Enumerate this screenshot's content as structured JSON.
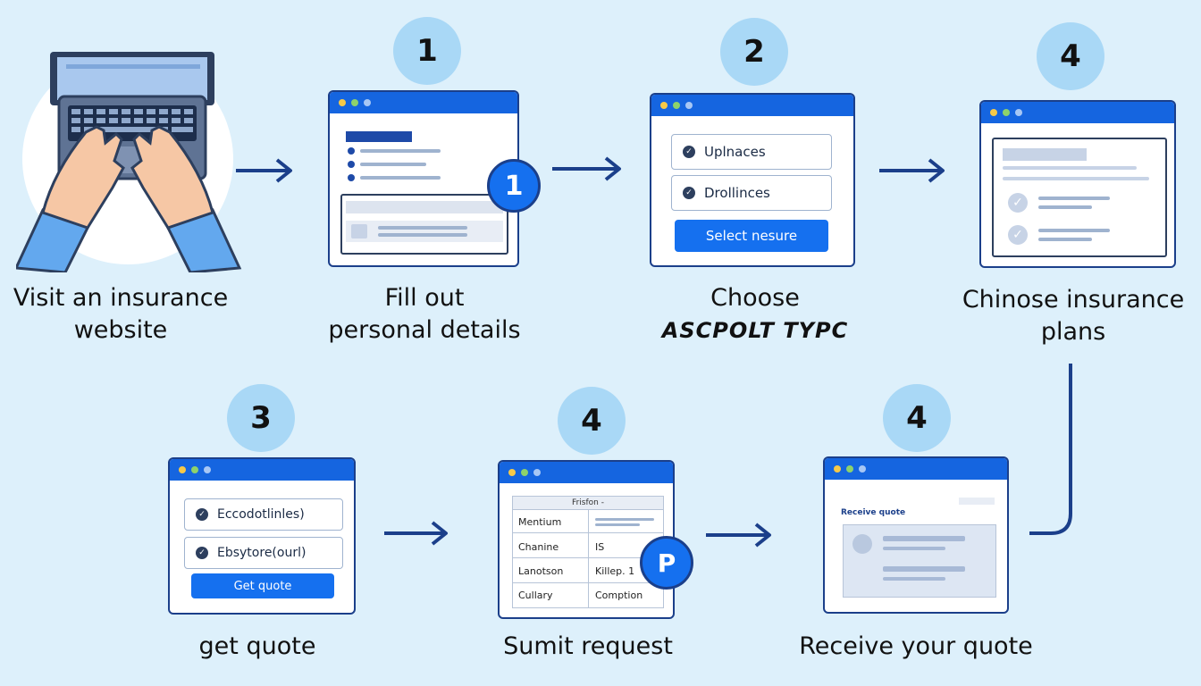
{
  "steps": {
    "visit": {
      "label_line1": "Visit an insurance",
      "label_line2": "website"
    },
    "fill": {
      "badge": "1",
      "inner_badge": "1",
      "label_line1": "Fill out",
      "label_line2": "personal details"
    },
    "choose": {
      "badge": "2",
      "label_line1": "Choose",
      "label_line2": "ASCPOLT TYPC",
      "option1": "Uplnaces",
      "option2": "Drollinces",
      "button": "Select nesure"
    },
    "plans": {
      "badge": "4",
      "label_line1": "Chinose insurance",
      "label_line2": "plans"
    },
    "quote": {
      "badge": "3",
      "label": "get quote",
      "option1": "Eccodotlinles)",
      "option2": "Ebsytore(ourl)",
      "button": "Get quote"
    },
    "submit": {
      "badge": "4",
      "label": "Sumit request",
      "table_header": "Frisfon -",
      "cells": [
        "Mentium",
        "Chanine",
        "IS",
        "Lanotson",
        "Killep. 1",
        "Cullary",
        "Comption"
      ],
      "inner_badge": "P"
    },
    "receive": {
      "badge": "4",
      "label": "Receive your quote",
      "heading": "Receive quote"
    }
  },
  "colors": {
    "background": "#ddf0fb",
    "accent": "#1570ef",
    "badge": "#a9d8f6",
    "outline": "#1b3f8a"
  }
}
